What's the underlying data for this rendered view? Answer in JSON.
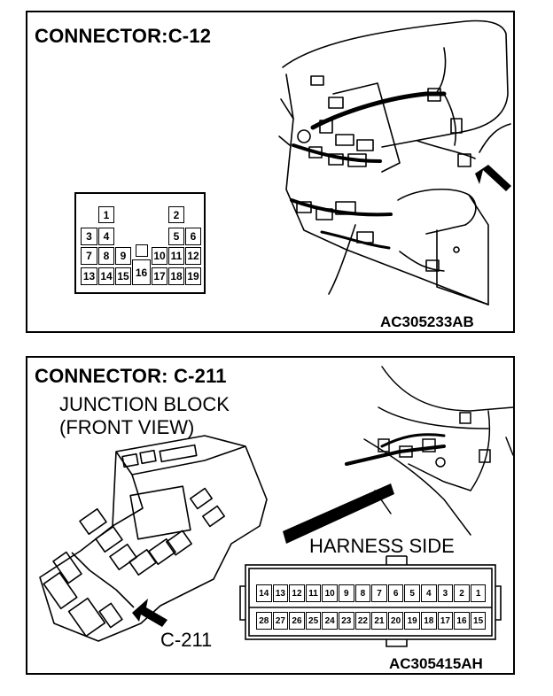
{
  "connector_c12": {
    "title": "CONNECTOR:C-12",
    "code": "AC305233AB",
    "pins": [
      "1",
      "2",
      "3",
      "4",
      "5",
      "6",
      "7",
      "8",
      "9",
      "10",
      "11",
      "12",
      "13",
      "14",
      "15",
      "16",
      "17",
      "18",
      "19"
    ]
  },
  "connector_c211": {
    "title": "CONNECTOR: C-211",
    "junction_line1": "JUNCTION BLOCK",
    "junction_line2": "(FRONT VIEW)",
    "harness_label": "HARNESS SIDE",
    "callout": "C-211",
    "code": "AC305415AH",
    "pins_top": [
      "14",
      "13",
      "12",
      "11",
      "10",
      "9",
      "8",
      "7",
      "6",
      "5",
      "4",
      "3",
      "2",
      "1"
    ],
    "pins_bottom": [
      "28",
      "27",
      "26",
      "25",
      "24",
      "23",
      "22",
      "21",
      "20",
      "19",
      "18",
      "17",
      "16",
      "15"
    ]
  }
}
